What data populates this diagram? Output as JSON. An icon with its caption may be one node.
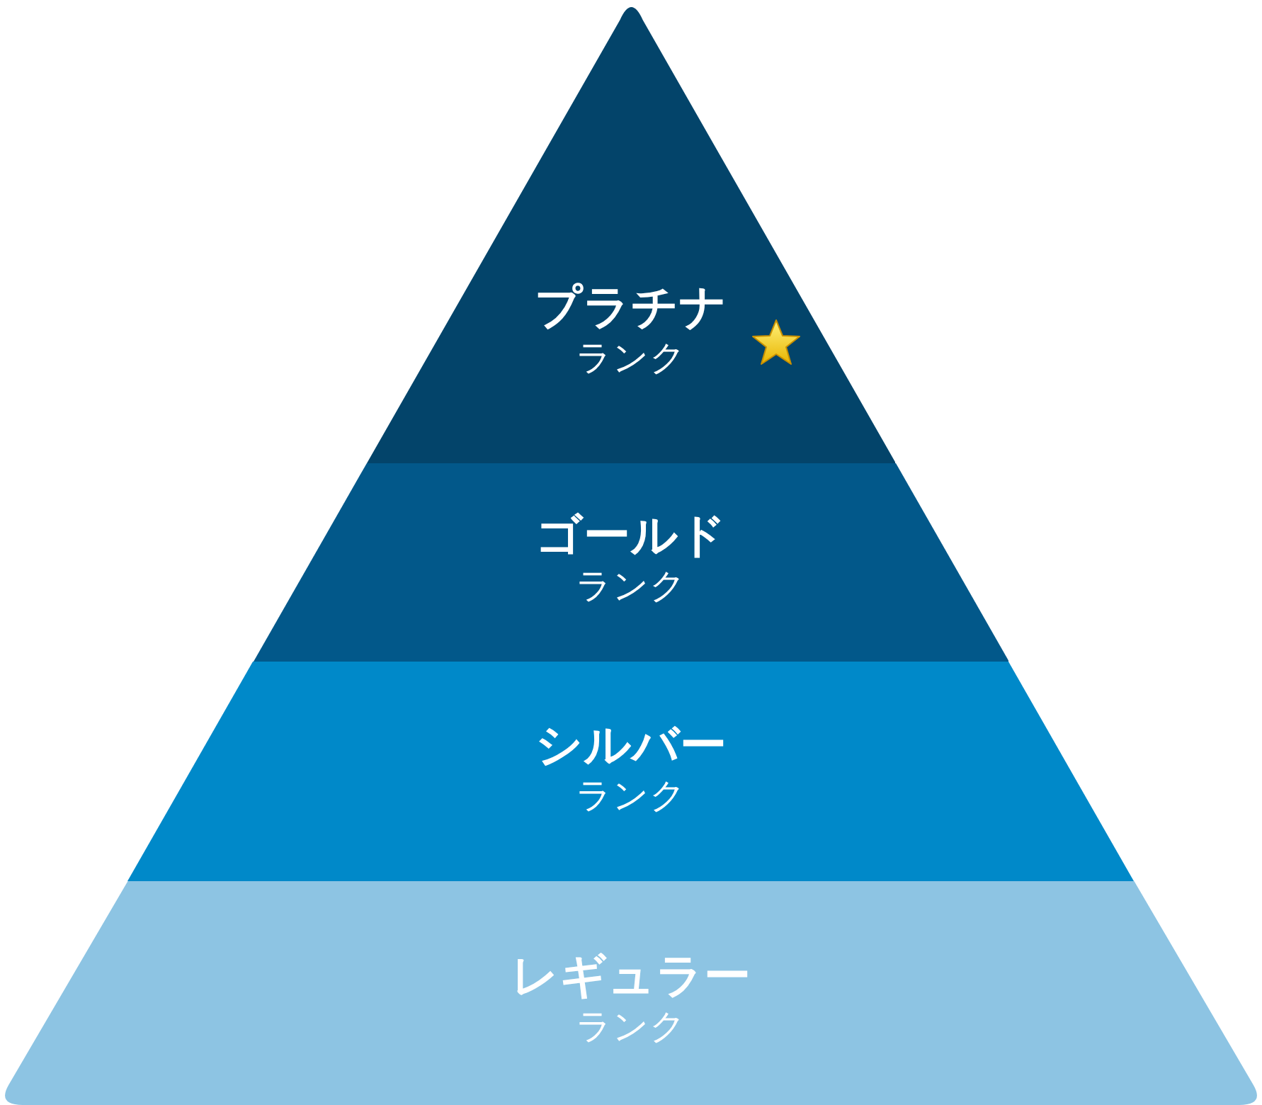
{
  "diagram": {
    "nodes": [
      {
        "text": [
          "プラチナ",
          "ランク"
        ]
      },
      {
        "text": [
          "ゴールド",
          "ランク"
        ]
      },
      {
        "text": [
          "シルバー",
          "ランク"
        ]
      },
      {
        "text": [
          "レギュラー",
          "ランク"
        ]
      }
    ]
  }
}
